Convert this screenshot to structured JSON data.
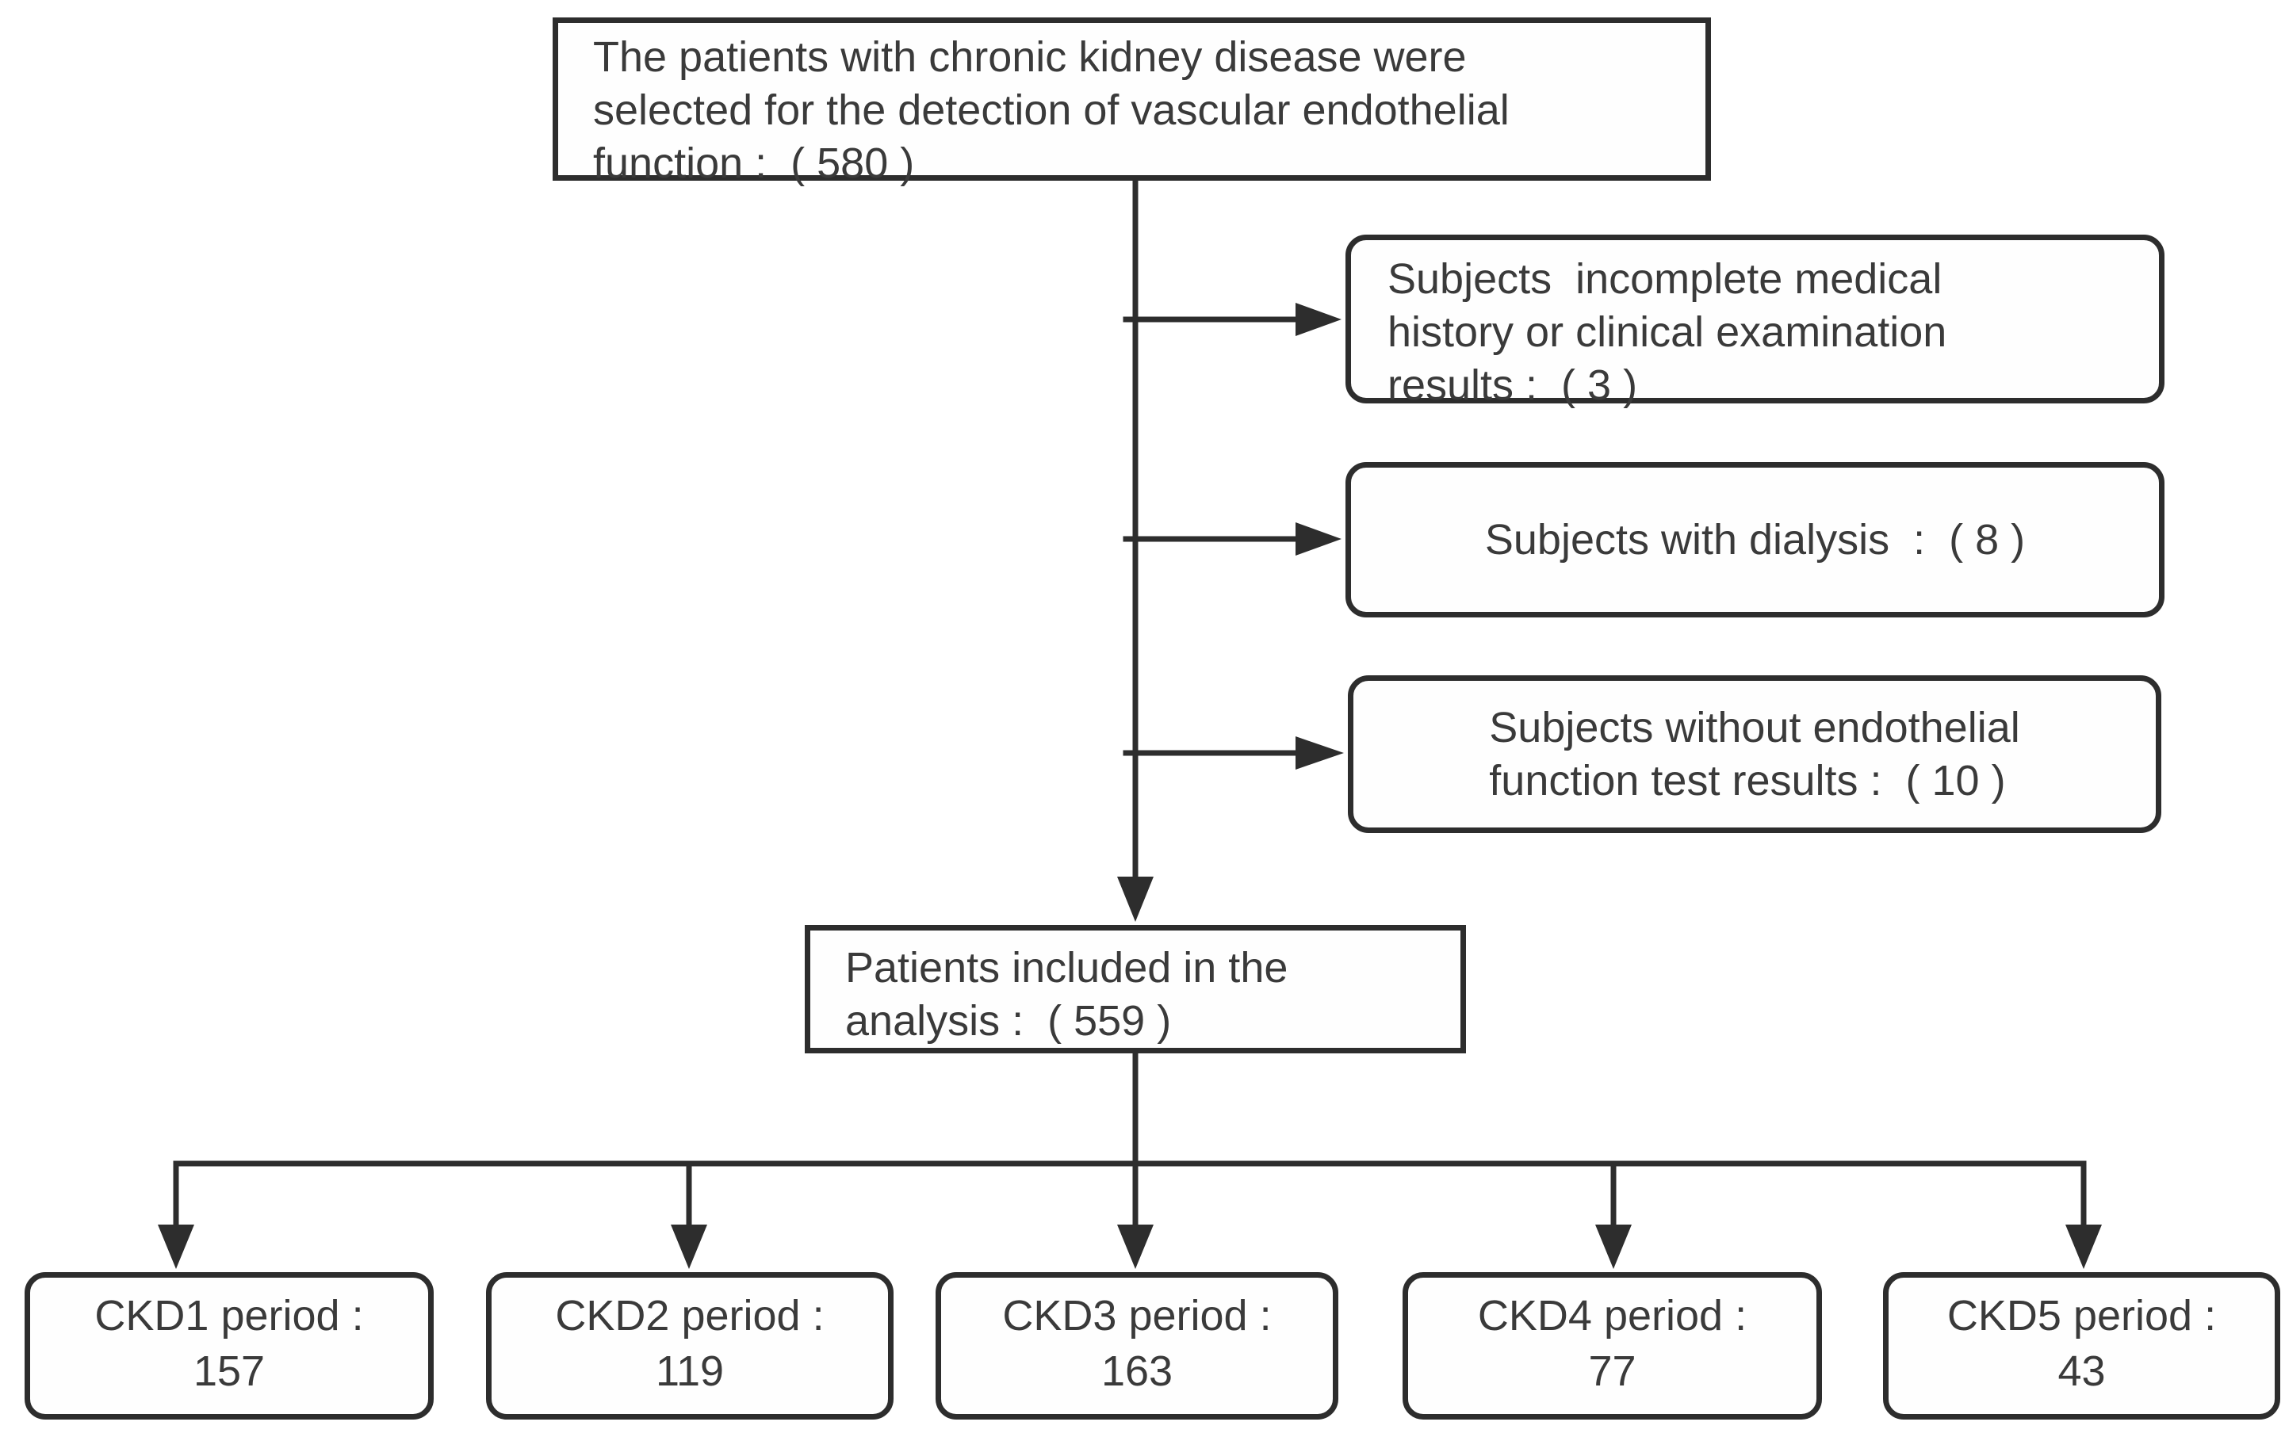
{
  "colors": {
    "line": "#2d2d2d",
    "text": "#3a3a3a",
    "background": "#ffffff"
  },
  "source_box": {
    "line1": "The patients with chronic kidney disease were",
    "line2": "selected for the detection of vascular endothelial",
    "line3": "function :  ( 580 )",
    "count": 580
  },
  "exclusions": [
    {
      "line1": "Subjects  incomplete medical",
      "line2": "history or clinical examination",
      "line3": "results :  ( 3 )",
      "count": 3
    },
    {
      "line1": "Subjects with dialysis  :  ( 8 )",
      "count": 8
    },
    {
      "line1": "Subjects without endothelial",
      "line2": "function test results :  ( 10 )",
      "count": 10
    }
  ],
  "included_box": {
    "line1": "Patients included in the",
    "line2": "analysis :  ( 559 )",
    "count": 559
  },
  "ckd_groups": [
    {
      "label": "CKD1 period :",
      "count": "157"
    },
    {
      "label": "CKD2 period :",
      "count": "119"
    },
    {
      "label": "CKD3 period :",
      "count": "163"
    },
    {
      "label": "CKD4 period :",
      "count": "77"
    },
    {
      "label": "CKD5 period :",
      "count": "43"
    }
  ]
}
